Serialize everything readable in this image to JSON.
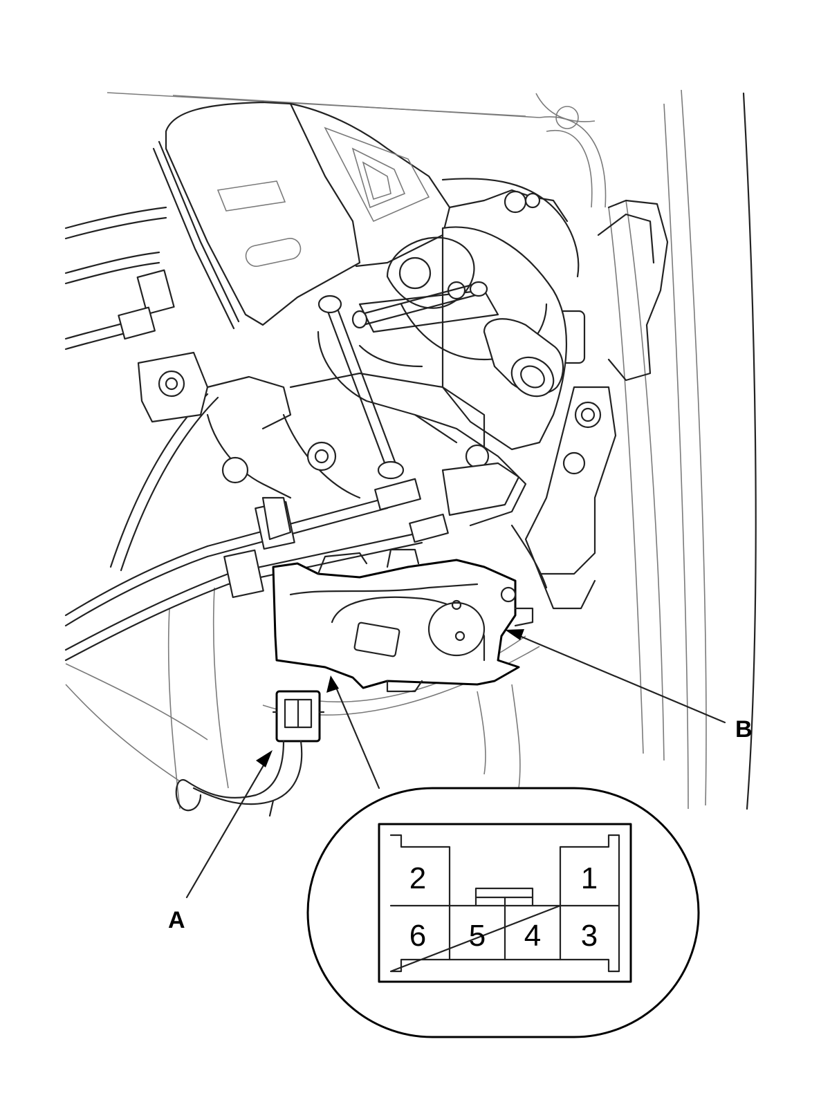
{
  "callouts": {
    "a": "A",
    "b": "B"
  },
  "connector": {
    "top_row": [
      "2",
      "1"
    ],
    "bottom_row": [
      "6",
      "5",
      "4",
      "3"
    ]
  }
}
